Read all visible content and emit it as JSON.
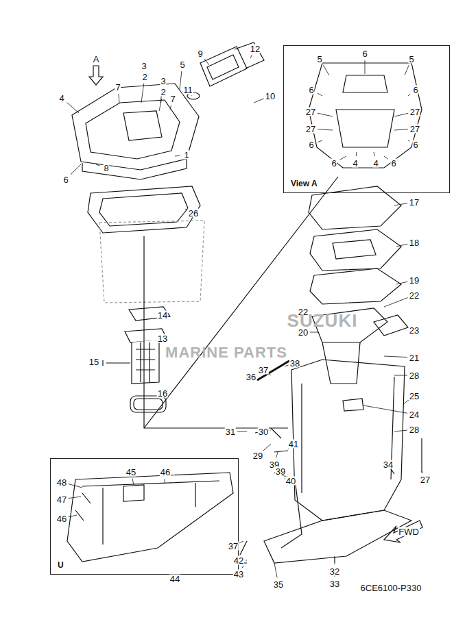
{
  "diagram": {
    "nodes": [
      {
        "text": [
          "View A"
        ]
      },
      {
        "text": [
          "U"
        ]
      }
    ],
    "labels": [
      "12",
      "9",
      "3",
      "5",
      "2",
      "3",
      "7",
      "2",
      "7",
      "11",
      "10",
      "4",
      "A",
      "1",
      "8",
      "6",
      "26",
      "14",
      "13",
      "15",
      "16",
      "6",
      "5",
      "5",
      "6",
      "6",
      "27",
      "27",
      "27",
      "27",
      "6",
      "6",
      "6",
      "4",
      "4",
      "6",
      "17",
      "18",
      "19",
      "22",
      "22",
      "20",
      "23",
      "21",
      "28",
      "25",
      "24",
      "28",
      "38",
      "37",
      "36",
      "31",
      "30",
      "29",
      "39",
      "41",
      "39",
      "40",
      "34",
      "27",
      "37",
      "42",
      "43",
      "32",
      "33",
      "35",
      "FWD",
      "6CE6100-P330",
      "48",
      "45",
      "46",
      "47",
      "46",
      "44",
      "SUZUKI",
      "MARINE PARTS"
    ]
  }
}
